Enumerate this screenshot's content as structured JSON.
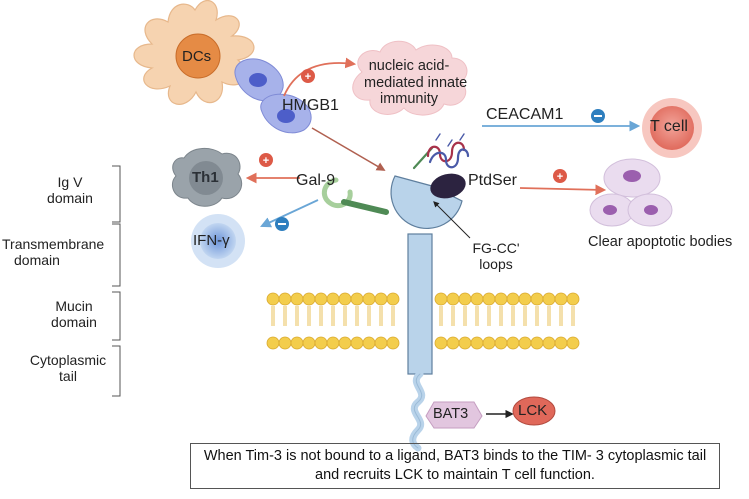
{
  "labels": {
    "dcs": "DCs",
    "hmgb1": "HMGB1",
    "nucleic_acid": [
      "nucleic acid-",
      "mediated innate",
      "immunity"
    ],
    "ceacam1": "CEACAM1",
    "t_cell": "T cell",
    "th1": "Th1",
    "gal9": "Gal-9",
    "ifn": "IFN-γ",
    "ptdser": "PtdSer",
    "clear_apoptotic": "Clear apoptotic bodies",
    "fg_loops": [
      "FG-CC'",
      "loops"
    ],
    "bat3": "BAT3",
    "lck": "LCK"
  },
  "domains": {
    "igv": [
      "Ig V",
      "domain"
    ],
    "transmembrane": [
      "Transmembrane",
      "domain"
    ],
    "mucin": [
      "Mucin",
      "domain"
    ],
    "cytoplasmic": [
      "Cytoplasmic",
      "tail"
    ]
  },
  "caption": "When Tim-3 is not bound to a ligand, BAT3 binds to the TIM- 3 cytoplasmic tail and recruits LCK to maintain T cell function.",
  "colors": {
    "receptor": "#b9d3ea",
    "membrane_head": "#f3cd4c",
    "positive_sign": "#dd5a47",
    "negative_sign": "#2e7fbf",
    "activation_arrow": "#e0705a",
    "inhibition_arrow": "#6aa6d6"
  }
}
